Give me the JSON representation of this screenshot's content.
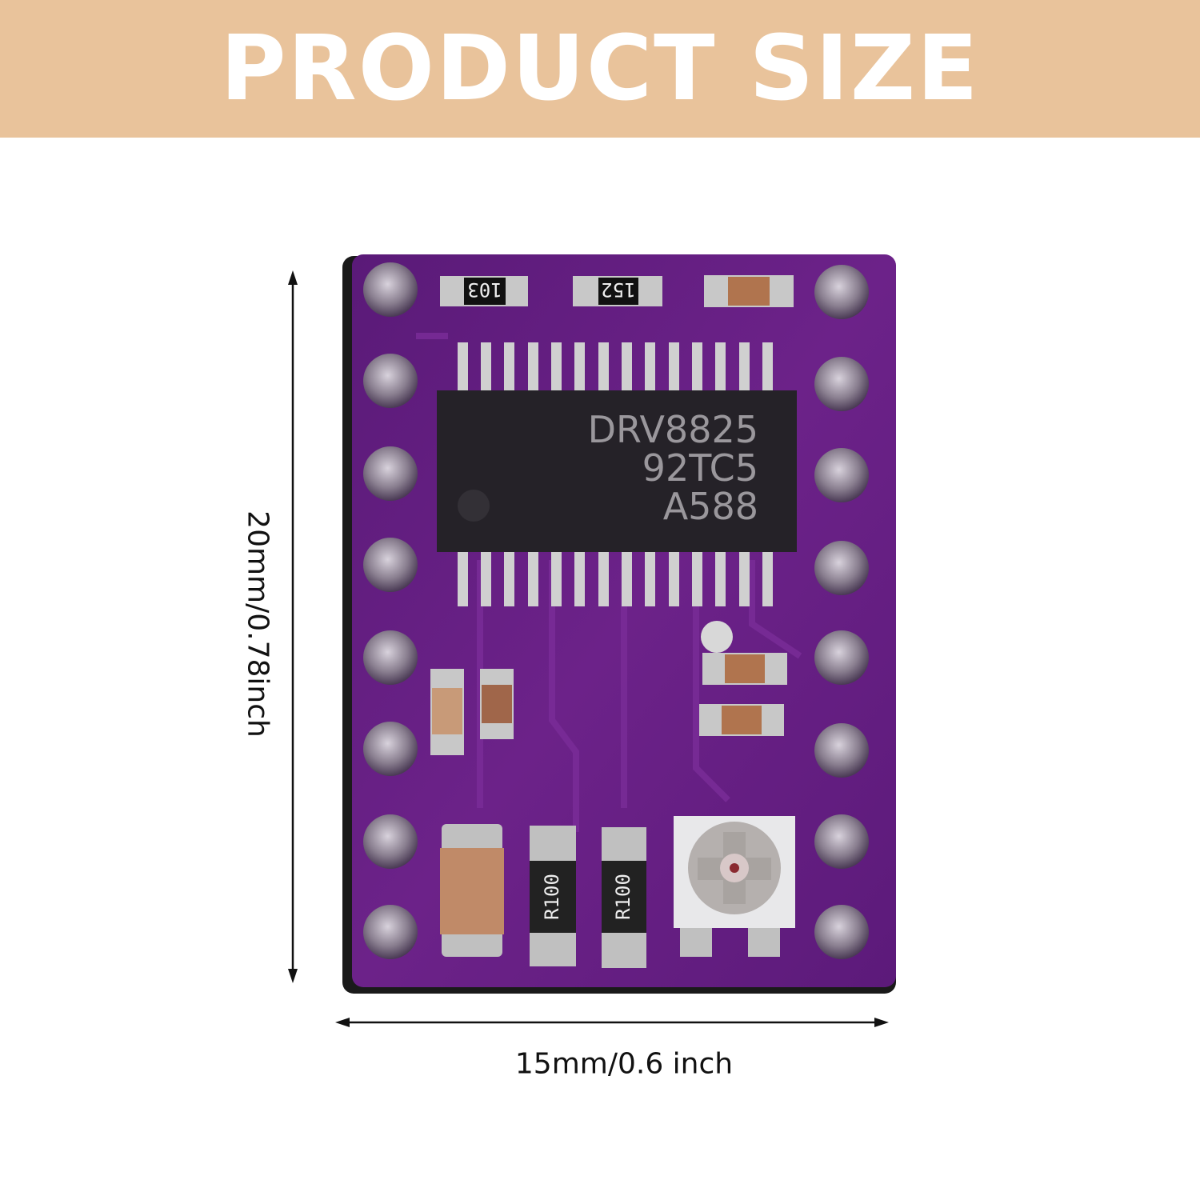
{
  "banner": {
    "title": "PRODUCT SIZE",
    "color": "#e9c39b"
  },
  "product": {
    "chip_marking": [
      "DRV8825",
      "92TC5",
      "A588"
    ],
    "resistor_top_left": "103",
    "resistor_top_middle": "152",
    "sense_resistor_left": "R100",
    "sense_resistor_right": "R100",
    "board_color": "#6a1f86"
  },
  "dimensions": {
    "height_label": "20mm/0.78inch",
    "width_label": "15mm/0.6 inch"
  }
}
